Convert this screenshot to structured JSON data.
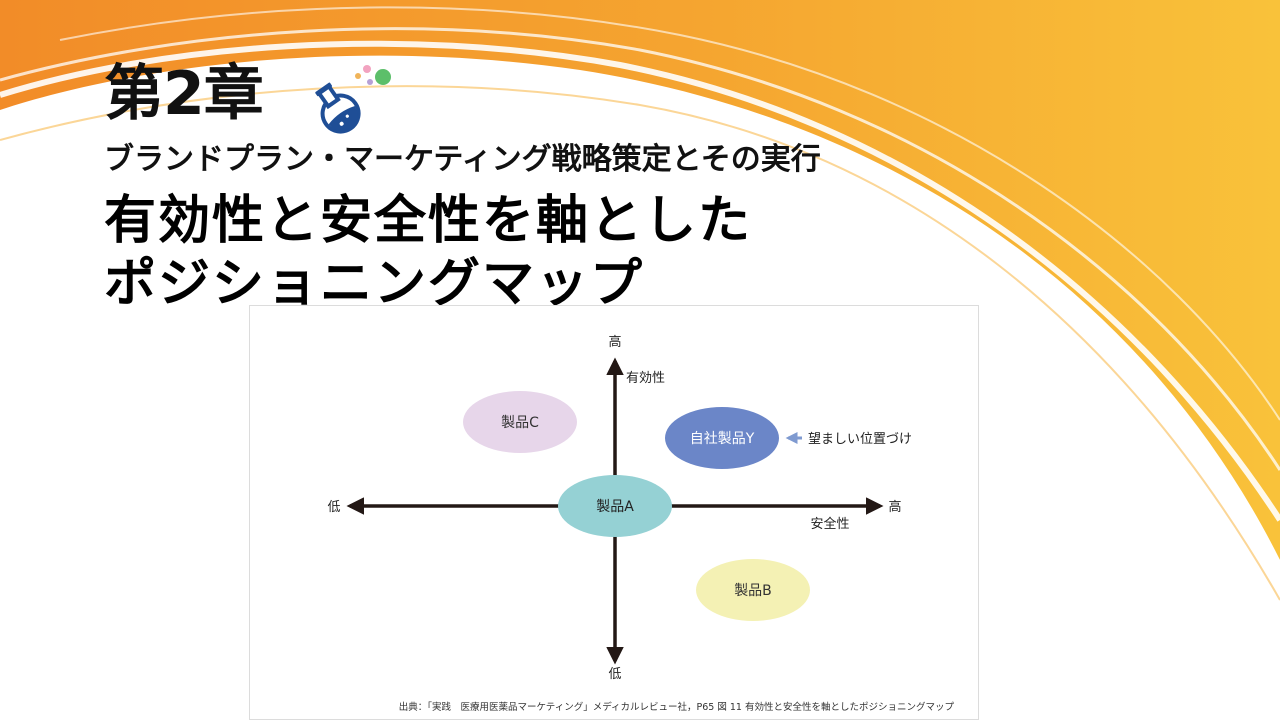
{
  "slide": {
    "chapter": "第2章",
    "subtitle": "ブランドプラン・マーケティング戦略策定とその実行",
    "title_line1": "有効性と安全性を軸とした",
    "title_line2": "ポジショニングマップ",
    "icon": "flask-icon",
    "colors": {
      "orange": "#f39a2b",
      "yellow": "#f9c23a"
    }
  },
  "diagram": {
    "y_axis": {
      "high": "高",
      "low": "低",
      "name": "有効性"
    },
    "x_axis": {
      "high": "高",
      "low": "低",
      "name": "安全性"
    },
    "products": [
      {
        "label": "製品C",
        "color": "#e7d6ea"
      },
      {
        "label": "自社製品Y",
        "color": "#6b86c8"
      },
      {
        "label": "製品A",
        "color": "#95d1d4"
      },
      {
        "label": "製品B",
        "color": "#f4f1b4"
      }
    ],
    "annotation": "望ましい位置づけ",
    "annotation_arrow_color": "#7f9ad0",
    "source": "出典：「実践　医療用医薬品マーケティング」メディカルレビュー社，P65 図 11 有効性と安全性を軸としたポジショニングマップ"
  }
}
